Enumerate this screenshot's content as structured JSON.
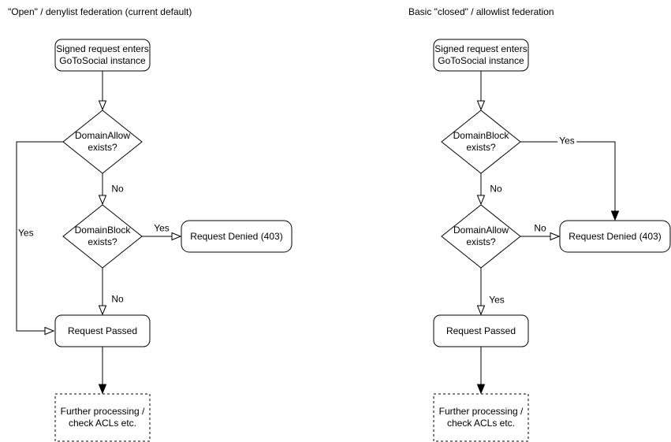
{
  "colors": {
    "stroke": "#000000",
    "fill": "#ffffff",
    "text": "#000000",
    "background": "#ffffff"
  },
  "flows": {
    "left": {
      "title": "\"Open\" / denylist federation (current default)",
      "start": "Signed request enters\nGoToSocial instance",
      "decision1": "DomainAllow\nexists?",
      "decision2": "DomainBlock\nexists?",
      "denied": "Request Denied (403)",
      "passed": "Request Passed",
      "further": "Further processing /\ncheck ACLs etc.",
      "labels": {
        "decision1_yes": "Yes",
        "decision1_no": "No",
        "decision2_yes": "Yes",
        "decision2_no": "No"
      }
    },
    "right": {
      "title": "Basic \"closed\" / allowlist federation",
      "start": "Signed request enters\nGoToSocial instance",
      "decision1": "DomainBlock\nexists?",
      "decision2": "DomainAllow\nexists?",
      "denied": "Request Denied (403)",
      "passed": "Request Passed",
      "further": "Further processing /\ncheck ACLs etc.",
      "labels": {
        "decision1_yes": "Yes",
        "decision1_no": "No",
        "decision2_no": "No",
        "decision2_yes": "Yes"
      }
    }
  }
}
